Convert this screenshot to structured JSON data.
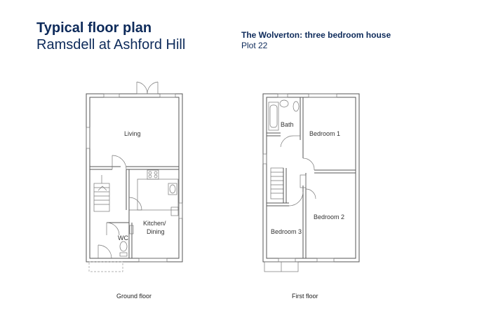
{
  "header": {
    "title": "Typical floor plan",
    "subtitle": "Ramsdell at Ashford Hill"
  },
  "house": {
    "name": "The Wolverton: three bedroom house",
    "plot": "Plot 22"
  },
  "ground_floor": {
    "label": "Ground floor",
    "rooms": {
      "living": "Living",
      "kitchen_line1": "Kitchen/",
      "kitchen_line2": "Dining",
      "wc": "WC"
    }
  },
  "first_floor": {
    "label": "First floor",
    "rooms": {
      "bath": "Bath",
      "bedroom1": "Bedroom 1",
      "bedroom2": "Bedroom 2",
      "bedroom3": "Bedroom 3"
    }
  },
  "colors": {
    "heading": "#0d2a5a",
    "walls": "#555555"
  }
}
